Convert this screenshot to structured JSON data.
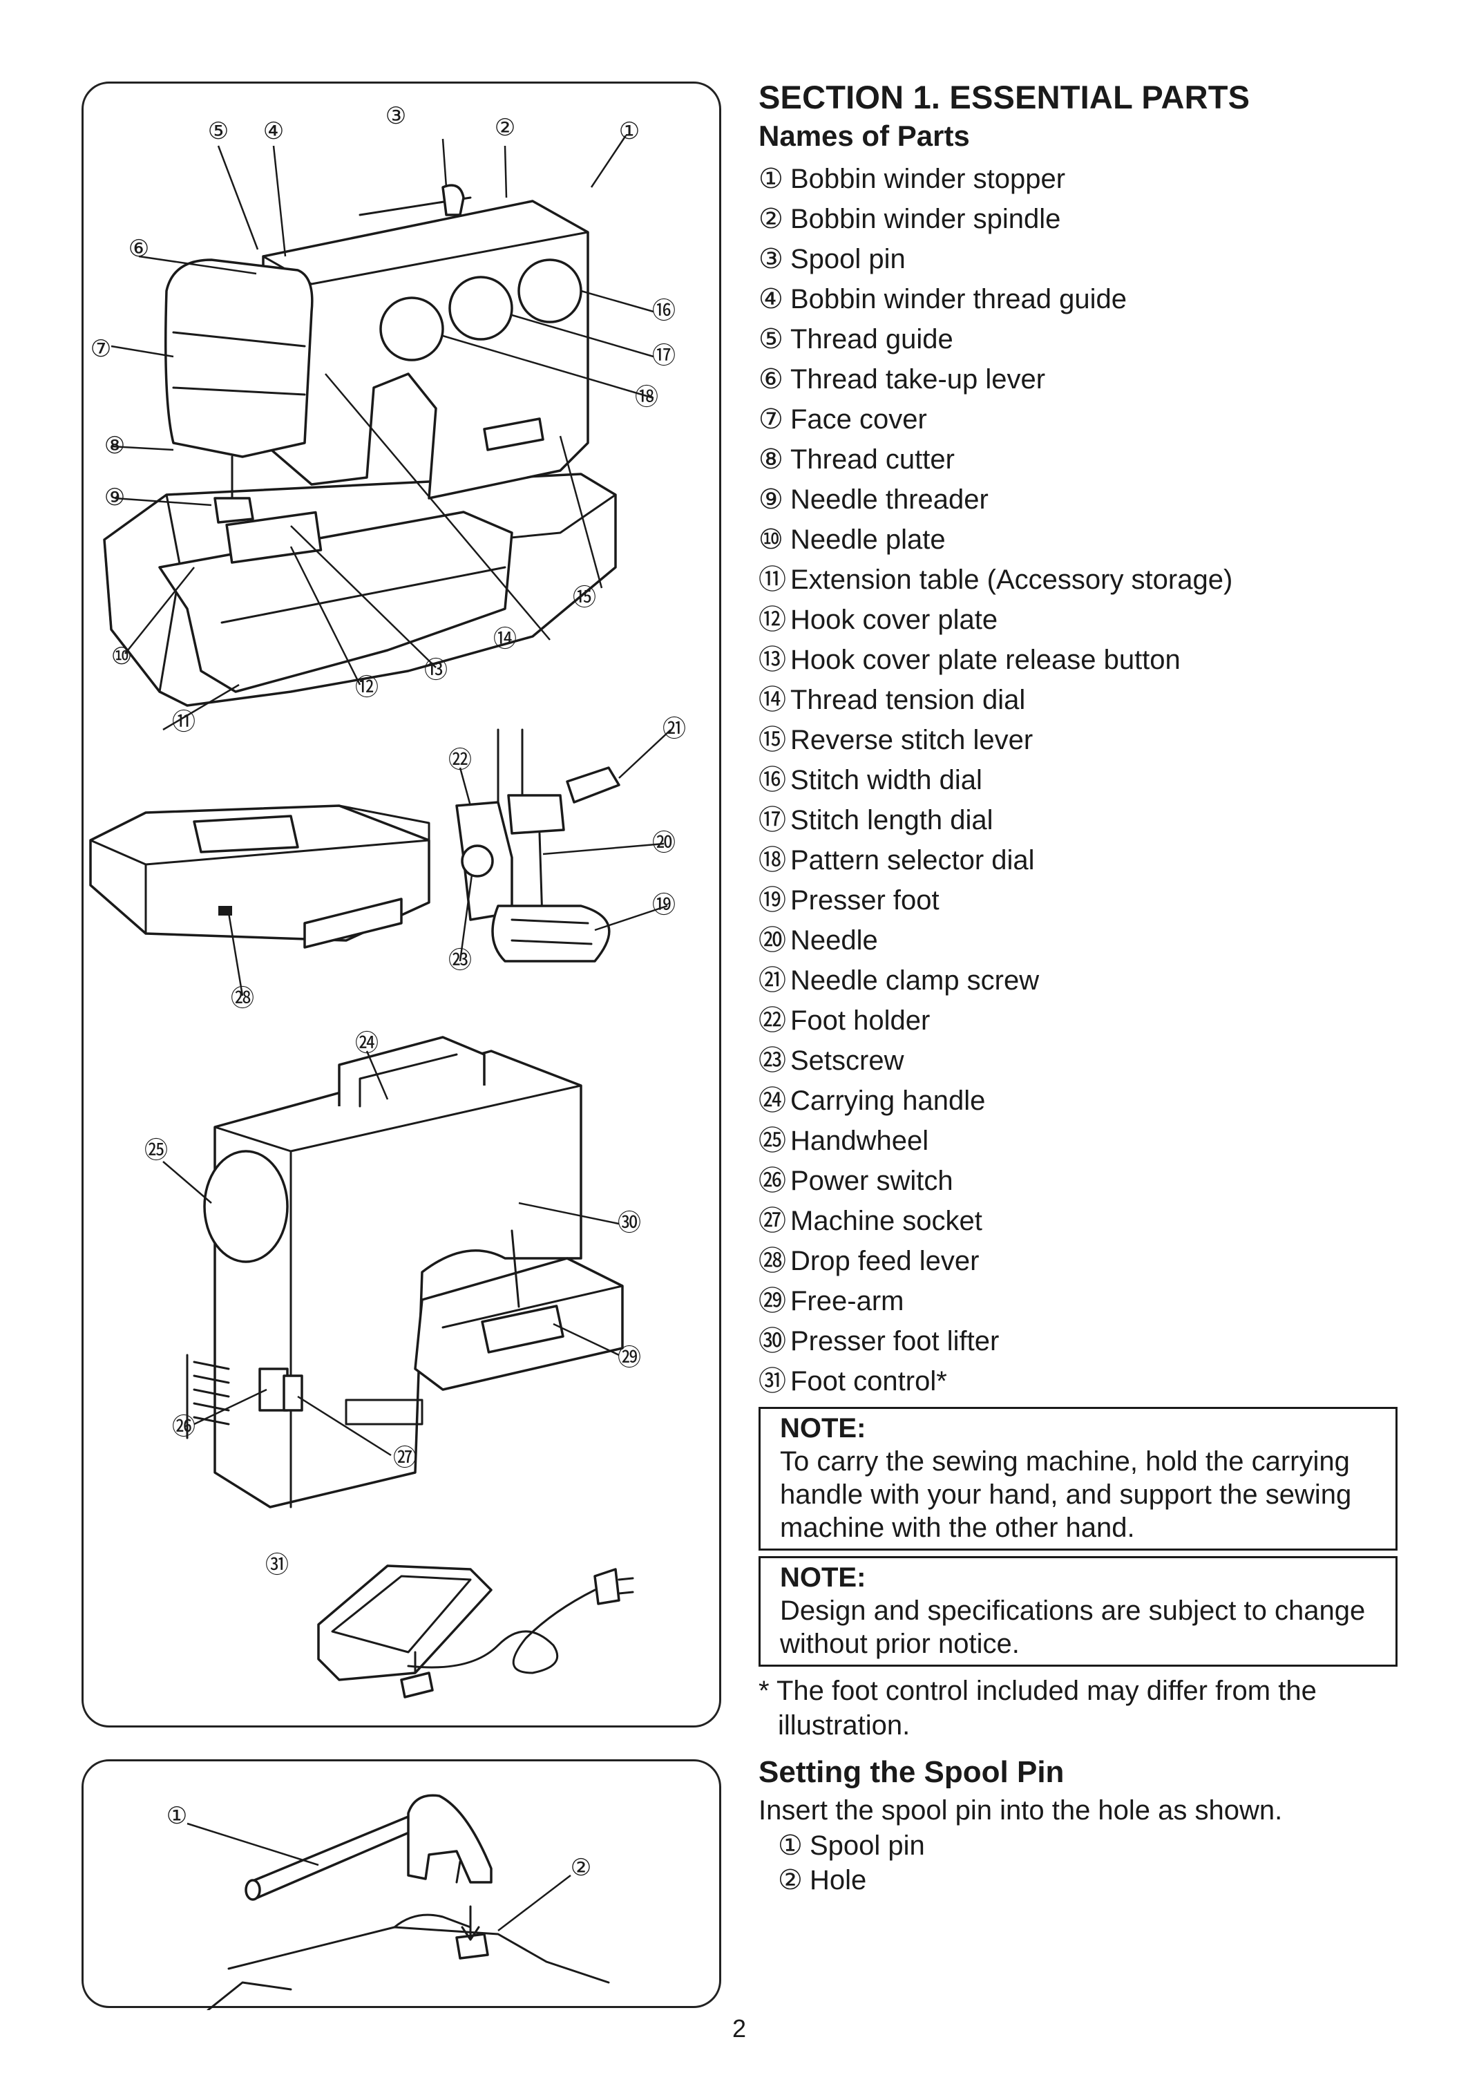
{
  "section_title": "SECTION 1. ESSENTIAL PARTS",
  "names_heading": "Names of Parts",
  "parts": [
    {
      "num": "①",
      "label": "Bobbin winder stopper"
    },
    {
      "num": "②",
      "label": "Bobbin winder spindle"
    },
    {
      "num": "③",
      "label": "Spool pin"
    },
    {
      "num": "④",
      "label": "Bobbin winder thread guide"
    },
    {
      "num": "⑤",
      "label": "Thread guide"
    },
    {
      "num": "⑥",
      "label": "Thread take-up lever"
    },
    {
      "num": "⑦",
      "label": "Face cover"
    },
    {
      "num": "⑧",
      "label": "Thread cutter"
    },
    {
      "num": "⑨",
      "label": "Needle threader"
    },
    {
      "num": "⑩",
      "label": "Needle plate"
    },
    {
      "num": "⑪",
      "label": "Extension table (Accessory storage)"
    },
    {
      "num": "⑫",
      "label": "Hook cover plate"
    },
    {
      "num": "⑬",
      "label": "Hook cover plate release button"
    },
    {
      "num": "⑭",
      "label": "Thread tension dial"
    },
    {
      "num": "⑮",
      "label": "Reverse stitch lever"
    },
    {
      "num": "⑯",
      "label": "Stitch width dial"
    },
    {
      "num": "⑰",
      "label": "Stitch length dial"
    },
    {
      "num": "⑱",
      "label": "Pattern selector dial"
    },
    {
      "num": "⑲",
      "label": "Presser foot"
    },
    {
      "num": "⑳",
      "label": "Needle"
    },
    {
      "num": "㉑",
      "label": "Needle clamp screw"
    },
    {
      "num": "㉒",
      "label": "Foot holder"
    },
    {
      "num": "㉓",
      "label": "Setscrew"
    },
    {
      "num": "㉔",
      "label": "Carrying handle"
    },
    {
      "num": "㉕",
      "label": "Handwheel"
    },
    {
      "num": "㉖",
      "label": "Power switch"
    },
    {
      "num": "㉗",
      "label": "Machine socket"
    },
    {
      "num": "㉘",
      "label": "Drop feed lever"
    },
    {
      "num": "㉙",
      "label": "Free-arm"
    },
    {
      "num": "㉚",
      "label": "Presser foot lifter"
    },
    {
      "num": "㉛",
      "label": "Foot control*"
    }
  ],
  "notes": [
    {
      "title": "NOTE:",
      "text": "To carry the sewing machine, hold the carrying handle with your hand, and support the sewing machine with the other hand."
    },
    {
      "title": "NOTE:",
      "text": "Design and specifications are subject to change without prior notice."
    }
  ],
  "footnote": "* The foot control included may differ from the illustration.",
  "spool": {
    "heading": "Setting the Spool Pin",
    "description": "Insert the spool pin into the hole as shown.",
    "items": [
      {
        "num": "①",
        "label": "Spool pin"
      },
      {
        "num": "②",
        "label": "Hole"
      }
    ]
  },
  "diagram_callouts": {
    "c1": "①",
    "c2": "②",
    "c3": "③",
    "c4": "④",
    "c5": "⑤",
    "c6": "⑥",
    "c7": "⑦",
    "c8": "⑧",
    "c9": "⑨",
    "c10": "⑩",
    "c11": "⑪",
    "c12": "⑫",
    "c13": "⑬",
    "c14": "⑭",
    "c15": "⑮",
    "c16": "⑯",
    "c17": "⑰",
    "c18": "⑱",
    "c19": "⑲",
    "c20": "⑳",
    "c21": "㉑",
    "c22": "㉒",
    "c23": "㉓",
    "c24": "㉔",
    "c25": "㉕",
    "c26": "㉖",
    "c27": "㉗",
    "c28": "㉘",
    "c29": "㉙",
    "c30": "㉚",
    "c31": "㉛",
    "s1": "①",
    "s2": "②"
  },
  "page_number": "2"
}
